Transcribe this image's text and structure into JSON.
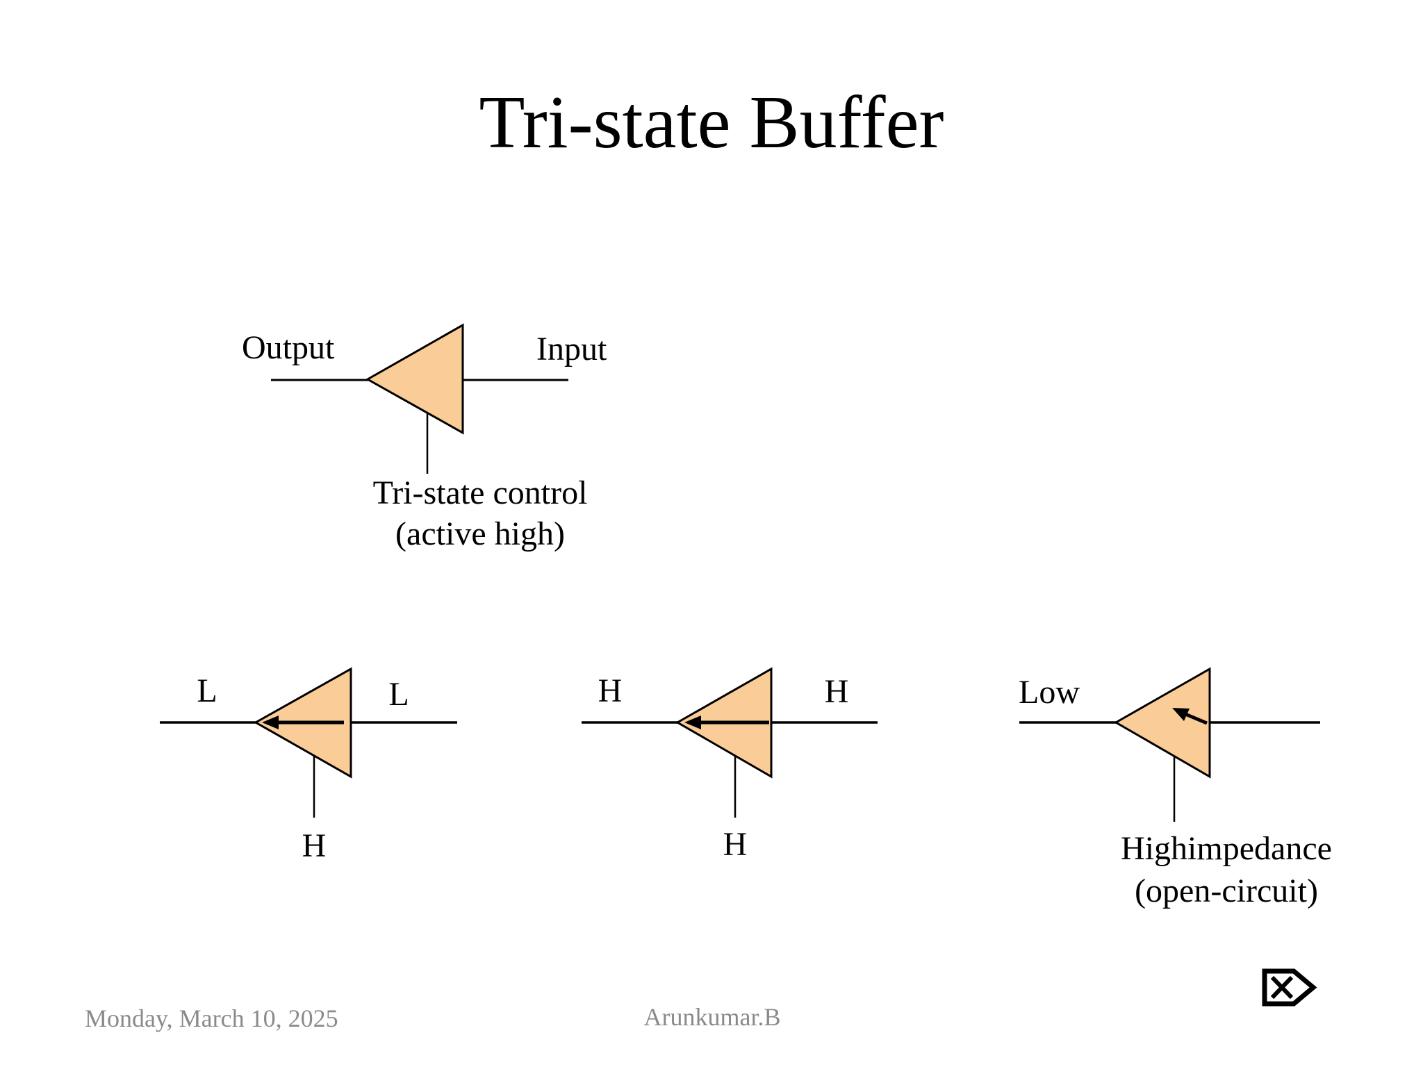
{
  "slide": {
    "title": "Tri-state Buffer",
    "background_color": "#FFFFFF",
    "footer": {
      "date": "Monday, March 10, 2025",
      "author": "Arunkumar.B",
      "text_color": "#8A8A8A"
    }
  },
  "colors": {
    "buffer_fill": "#FACC98",
    "line": "#000000"
  },
  "main_buffer": {
    "output_label": "Output",
    "input_label": "Input",
    "control_caption_line1": "Tri-state control",
    "control_caption_line2": "(active high)"
  },
  "examples": [
    {
      "left_label": "L",
      "right_label": "L",
      "control_label": "H"
    },
    {
      "left_label": "H",
      "right_label": "H",
      "control_label": "H"
    },
    {
      "left_label": "Low",
      "caption_line1": "Highimpedance",
      "caption_line2": "(open-circuit)"
    }
  ],
  "icons": {
    "action_button": "x-in-right-pointing-pentagon"
  }
}
